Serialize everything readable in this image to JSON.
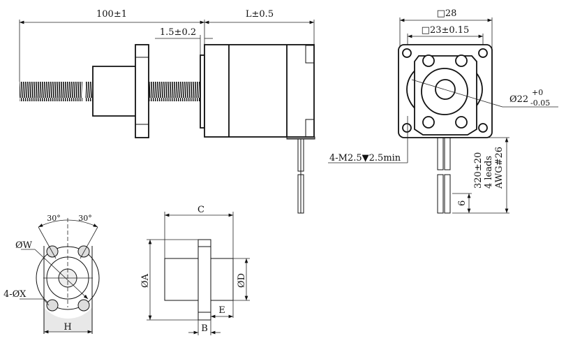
{
  "side_view": {
    "length_dim": "100±1",
    "motor_length_dim": "L±0.5",
    "flange_dim": "1.5±0.2"
  },
  "front_view": {
    "square_outer": "□28",
    "square_inner": "□23±0.15",
    "boss_diameter": "Ø22",
    "boss_tol_upper": "+0",
    "boss_tol_lower": "-0.05",
    "mount_holes": "4-M2.5▼2.5min",
    "lead_length": "320±20",
    "lead_count": "4 leads",
    "lead_gauge": "AWG#26",
    "strip_length": "6"
  },
  "nut_end_view": {
    "angle_left": "30°",
    "angle_right": "30°",
    "bolt_circle": "ØW",
    "hole_label": "4-ØX",
    "flat_width": "H"
  },
  "nut_side_view": {
    "overall_length": "C",
    "flange_diameter": "ØA",
    "body_diameter": "ØD",
    "body_length": "E",
    "flange_thickness": "B"
  }
}
